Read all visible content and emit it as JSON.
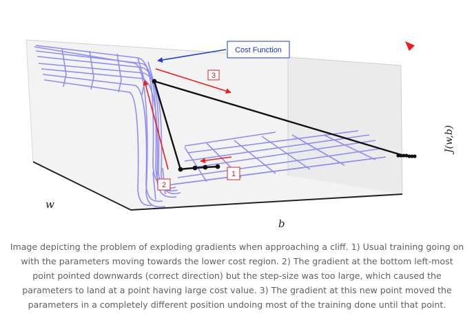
{
  "figure": {
    "label_cost_function": "Cost Function",
    "step_labels": [
      "1",
      "2",
      "3"
    ],
    "axis_w": "w",
    "axis_b": "b",
    "axis_j": "J(w,b)"
  },
  "caption": "Image depicting the problem of exploding gradients when approaching a cliff. 1) Usual training going on with the parameters moving towards the lower cost region. 2) The gradient at the bottom left-most point pointed downwards (correct direction) but the step-size was too large, which caused the parameters to land at a point having large cost value. 3) The gradient at this new point moved the parameters in a completely different position undoing most of the training done until that point.",
  "colors": {
    "surface": "#8f8cf5",
    "arrow_red": "#ee1c1c",
    "arrow_blue": "#1f3adb",
    "trajectory": "#111111"
  }
}
